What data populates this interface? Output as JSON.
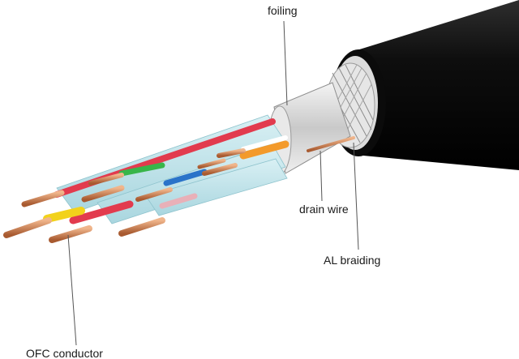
{
  "labels": {
    "foiling": "foiling",
    "drain_wire": "drain wire",
    "al_braiding": "AL braiding",
    "ofc_conductor": "OFC conductor"
  },
  "colors": {
    "jacket": "#111111",
    "foil": "#d9d9d9",
    "pair_sleeve": "#bfe3ea",
    "copper": "#c8794a",
    "red": "#e23b4e",
    "green": "#38b54a",
    "blue": "#2a73c9",
    "yellow": "#f2d21b",
    "orange": "#f39a2b",
    "leader_line": "#555555"
  }
}
